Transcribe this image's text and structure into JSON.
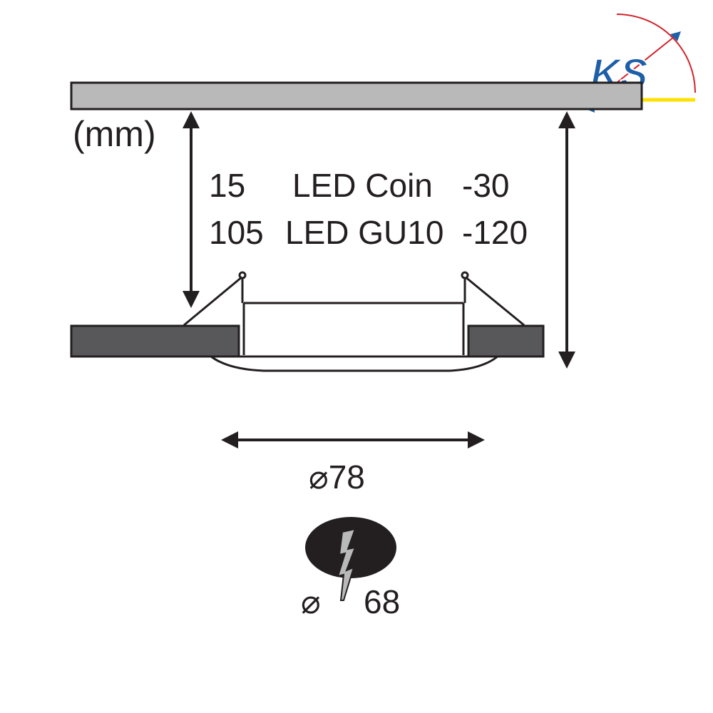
{
  "unit_label": "(mm)",
  "rows": [
    {
      "value": "15",
      "name": "LED Coin",
      "offset": "-30"
    },
    {
      "value": "105",
      "name": "LED GU10",
      "offset": "-120"
    }
  ],
  "diameter_label": "⌀78",
  "cutout": {
    "symbol": "⌀",
    "value": "68"
  },
  "logo": {
    "text": "KS"
  },
  "colors": {
    "panel": "#b9b9b9",
    "ceiling": "#58585a",
    "ink": "#231f20",
    "logo_blue": "#1d5fa8",
    "logo_red": "#d2232a",
    "logo_yellow": "#ffe100"
  }
}
